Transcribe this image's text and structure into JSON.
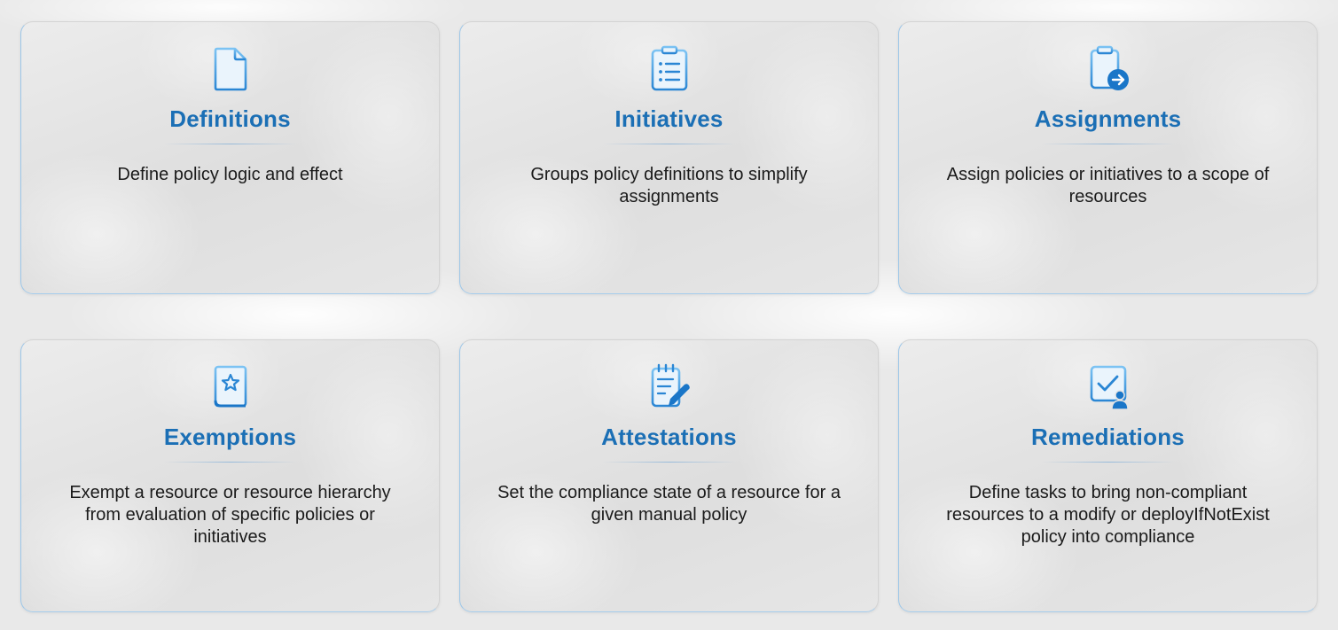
{
  "colors": {
    "title": "#1b6fb5",
    "icon_light": "#5fb0ec",
    "icon_dark": "#1a76c8",
    "background": "#e9e9e9"
  },
  "cards": [
    {
      "icon": "document-icon",
      "title": "Definitions",
      "description": "Define policy logic and effect"
    },
    {
      "icon": "clipboard-list-icon",
      "title": "Initiatives",
      "description": "Groups policy definitions to simplify assignments"
    },
    {
      "icon": "clipboard-arrow-icon",
      "title": "Assignments",
      "description": "Assign policies or initiatives to a scope of resources"
    },
    {
      "icon": "book-star-icon",
      "title": "Exemptions",
      "description": "Exempt a resource or resource hierarchy from evaluation of specific policies or initiatives"
    },
    {
      "icon": "notepad-pencil-icon",
      "title": "Attestations",
      "description": "Set the compliance state of a resource for a given manual policy"
    },
    {
      "icon": "checkbox-person-icon",
      "title": "Remediations",
      "description": "Define tasks to bring non-compliant resources to a modify or deployIfNotExist policy into compliance"
    }
  ]
}
